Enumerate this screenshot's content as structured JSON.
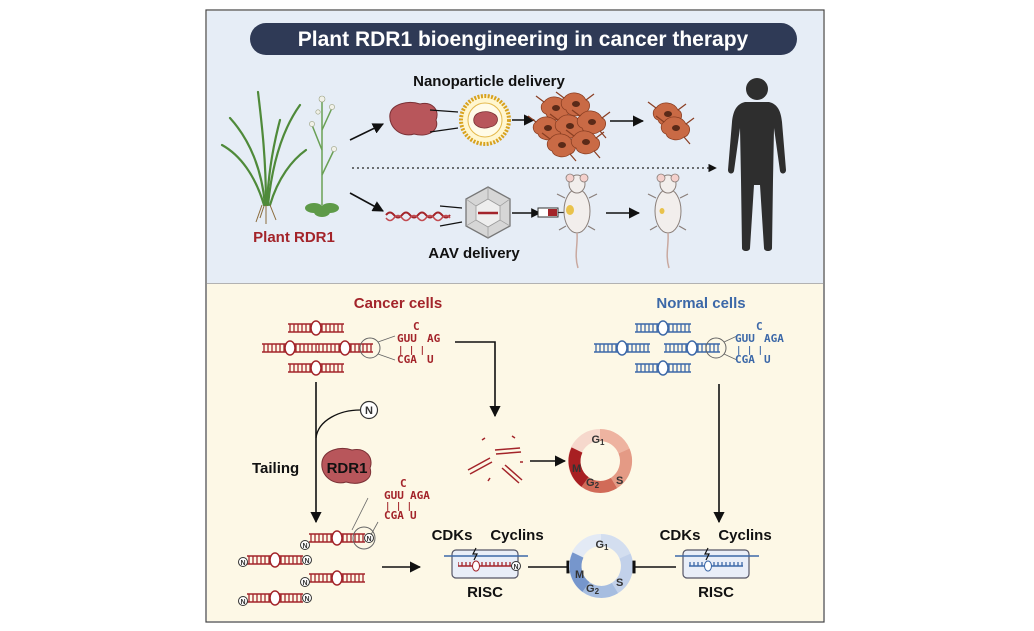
{
  "title": "Plant RDR1 bioengineering in cancer therapy",
  "top": {
    "plant_label": "Plant RDR1",
    "nanoparticle_label": "Nanoparticle delivery",
    "aav_label": "AAV delivery"
  },
  "bottom": {
    "cancer_cells_label": "Cancer cells",
    "normal_cells_label": "Normal cells",
    "tailing_label": "Tailing",
    "rdr1_label": "RDR1",
    "n_label": "N",
    "cdks_label": "CDKs",
    "cyclins_label": "Cyclins",
    "risc_label": "RISC",
    "cancer_seq": {
      "top": "GUU",
      "top2": "AG",
      "bulge": "C",
      "bottom": "CGA",
      "bottom2": "U",
      "pairs": "| | |"
    },
    "tailed_seq": {
      "top": "GUU",
      "top2": "AGA",
      "bulge": "C",
      "bottom": "CGA",
      "bottom2": "U",
      "pairs": "| | |"
    },
    "normal_seq": {
      "top": "GUU",
      "top2": "AGA",
      "bulge": "C",
      "bottom": "CGA",
      "bottom2": "U",
      "pairs": "| | |"
    },
    "cycle": {
      "g1": "G",
      "g1_sub": "1",
      "s": "S",
      "g2": "G",
      "g2_sub": "2",
      "m": "M"
    }
  },
  "colors": {
    "top_bg": "#e6edf6",
    "bottom_bg": "#fdf8e6",
    "title_bg": "#2f3a56",
    "cancer_red": "#a3242a",
    "normal_blue": "#3c68a8",
    "rdr1_fill": "#b8565b",
    "human_fill": "#2e2e2e"
  }
}
